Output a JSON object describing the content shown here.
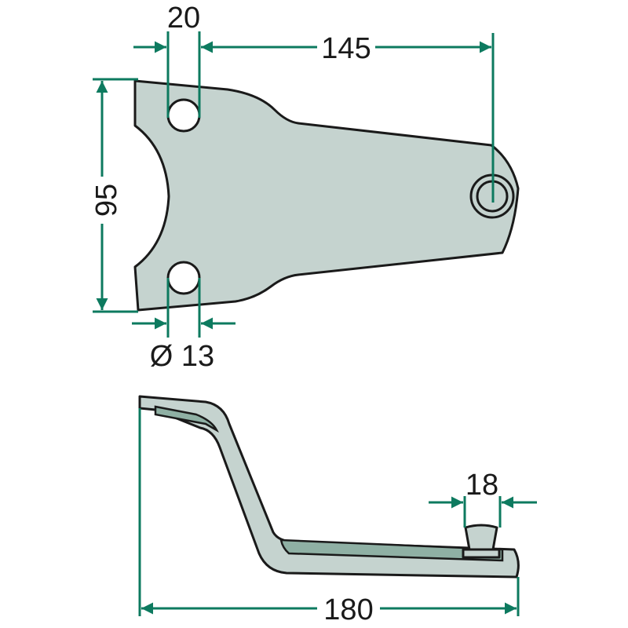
{
  "drawing": {
    "colors": {
      "part_fill": "#c5d3cf",
      "dimension": "#0d7a5f",
      "outline": "#1a1a1a"
    },
    "top_view": {
      "dim_hole_spacing": "20",
      "dim_length": "145",
      "dim_width": "95",
      "dim_hole_diameter": "Ø 13"
    },
    "side_view": {
      "dim_bolt": "18",
      "dim_overall": "180"
    }
  }
}
